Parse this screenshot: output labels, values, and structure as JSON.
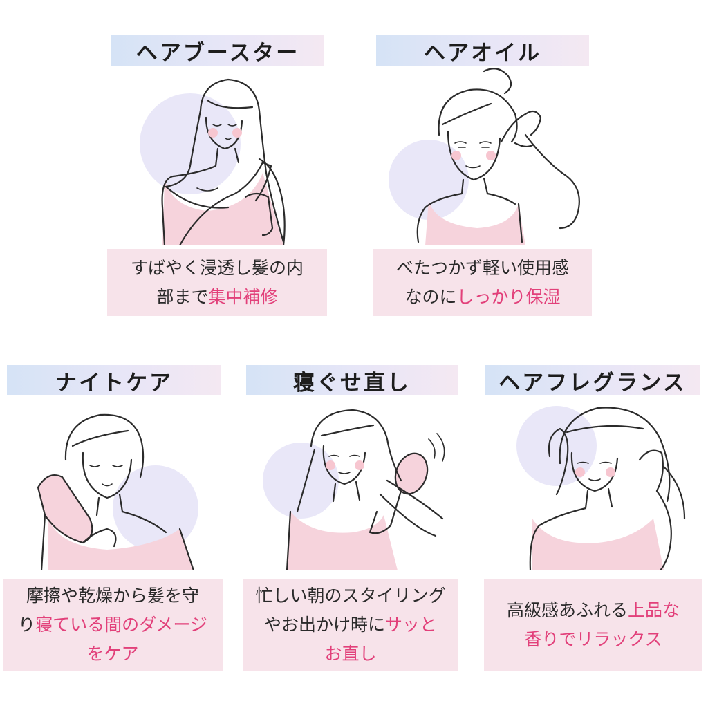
{
  "cards": [
    {
      "title": "ヘアブースター",
      "line1": "すばやく浸透し髪の内",
      "line2_plain": "部まで",
      "line2_highlight": "集中補修"
    },
    {
      "title": "ヘアオイル",
      "line1": "べたつかず軽い使用感",
      "line2_plain": "なのに",
      "line2_highlight": "しっかり保湿"
    },
    {
      "title": "ナイトケア",
      "line1": "摩擦や乾燥から髪を守",
      "line2_plain": "り",
      "line2_highlight": "寝ている間のダメージ",
      "line3_highlight": "をケア"
    },
    {
      "title": "寝ぐせ直し",
      "line1": "忙しい朝のスタイリング",
      "line2_plain": "やお出かけ時に",
      "line2_highlight": "サッと",
      "line3_highlight": "お直し"
    },
    {
      "title": "ヘアフレグランス",
      "line1_plain": "高級感あふれる",
      "line1_highlight": "上品な",
      "line2_highlight": "香りでリラックス"
    }
  ],
  "colors": {
    "highlight": "#e2407a",
    "desc_bg": "#f7e3ea",
    "shirt": "#f6d3dc",
    "blob": "#e9e7f8"
  },
  "icons": [
    "woman-touching-hair-illustration",
    "woman-applying-oil-illustration",
    "woman-towel-drying-illustration",
    "woman-brushing-hair-illustration",
    "woman-fragrance-illustration"
  ]
}
